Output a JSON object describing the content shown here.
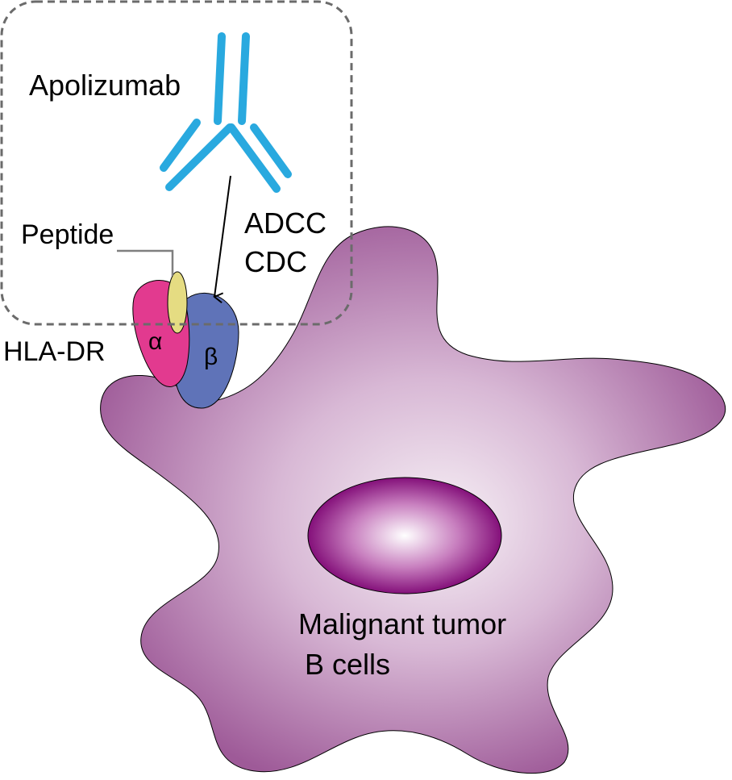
{
  "labels": {
    "antibody": "Apolizumab",
    "mechanism_line1": "ADCC",
    "mechanism_line2": "CDC",
    "peptide": "Peptide",
    "receptor": "HLA-DR",
    "alpha": "α",
    "beta": "β",
    "cell_line1": "Malignant tumor",
    "cell_line2": "B cells"
  },
  "colors": {
    "antibody": "#29a9df",
    "alpha_chain": "#e23a8f",
    "beta_chain": "#5f73b8",
    "peptide": "#e5dc82",
    "cell_edge": "#a35e9c",
    "cell_center": "#f6eef5",
    "nucleus_edge": "#8c1580",
    "dashed_box": "#6b6b6b"
  },
  "icons": {
    "antibody": "antibody-y-shape",
    "arrow": "arrow-down"
  }
}
